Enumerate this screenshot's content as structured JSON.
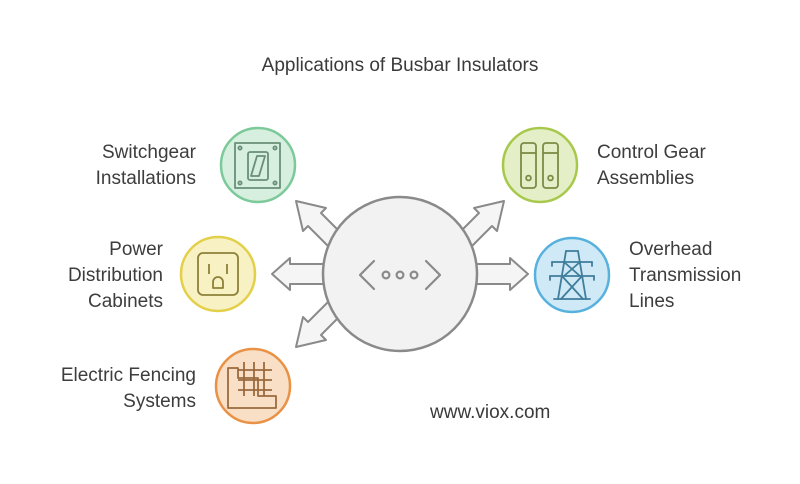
{
  "title": "Applications of Busbar Insulators",
  "footer": "www.viox.com",
  "center_icon": "code-brackets-icon",
  "applications": [
    {
      "id": "switchgear",
      "lines": [
        "Switchgear",
        "Installations"
      ],
      "icon": "toggle-switch-icon",
      "color": "#7cc99a",
      "fill": "#d7efdf"
    },
    {
      "id": "power-distribution",
      "lines": [
        "Power",
        "Distribution",
        "Cabinets"
      ],
      "icon": "power-outlet-icon",
      "color": "#e3d04a",
      "fill": "#f7f1c4"
    },
    {
      "id": "electric-fencing",
      "lines": [
        "Electric Fencing",
        "Systems"
      ],
      "icon": "fence-grid-icon",
      "color": "#e99145",
      "fill": "#f9dfc5"
    },
    {
      "id": "control-gear",
      "lines": [
        "Control Gear",
        "Assemblies"
      ],
      "icon": "control-panel-icon",
      "color": "#a7c94b",
      "fill": "#e5efc7"
    },
    {
      "id": "overhead-transmission",
      "lines": [
        "Overhead",
        "Transmission",
        "Lines"
      ],
      "icon": "transmission-tower-icon",
      "color": "#56b2dd",
      "fill": "#cfe9f6"
    }
  ]
}
